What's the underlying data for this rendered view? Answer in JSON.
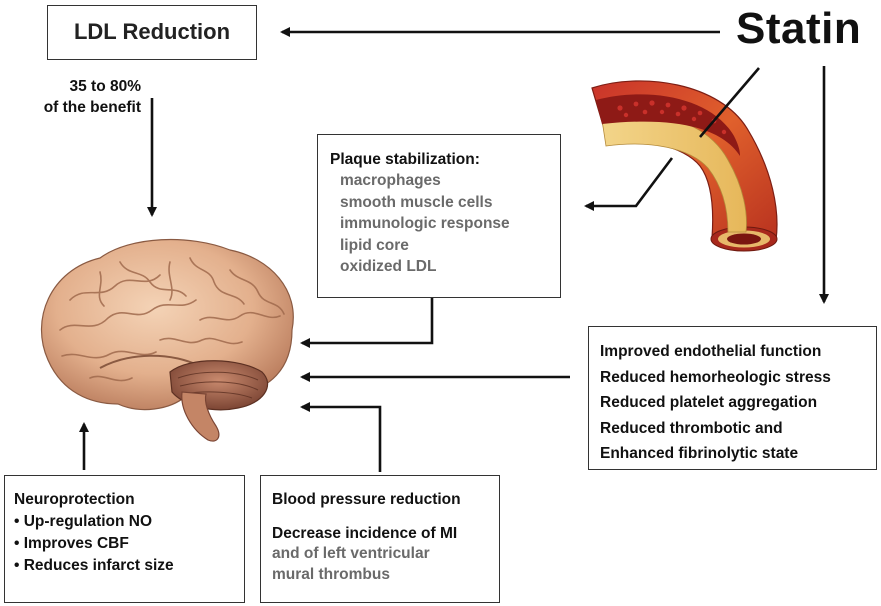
{
  "ldl": {
    "title": "LDL Reduction",
    "benefit_line1": "35 to 80%",
    "benefit_line2": "of the benefit"
  },
  "statin": {
    "title": "Statin"
  },
  "plaque": {
    "title": "Plaque stabilization:",
    "items": [
      "macrophages",
      "smooth muscle cells",
      "immunologic response",
      "lipid core",
      "oxidized LDL"
    ]
  },
  "endothelial": {
    "items": [
      "Improved endothelial function",
      "Reduced hemorheologic stress",
      "Reduced platelet aggregation",
      "Reduced thrombotic and",
      "Enhanced fibrinolytic state"
    ]
  },
  "neuro": {
    "title": "Neuroprotection",
    "items": [
      "• Up-regulation NO",
      "• Improves CBF",
      "• Reduces infarct size"
    ]
  },
  "bp": {
    "title": "Blood pressure reduction",
    "mi_title": "Decrease incidence of MI",
    "mi_items": [
      "and of left ventricular",
      "mural thrombus"
    ]
  },
  "illustrations": {
    "brain": "brain-illustration",
    "artery": "artery-plaque-illustration"
  },
  "colors": {
    "line": "#111111",
    "box_border": "#333333",
    "gray_text": "#6a6a6a"
  }
}
